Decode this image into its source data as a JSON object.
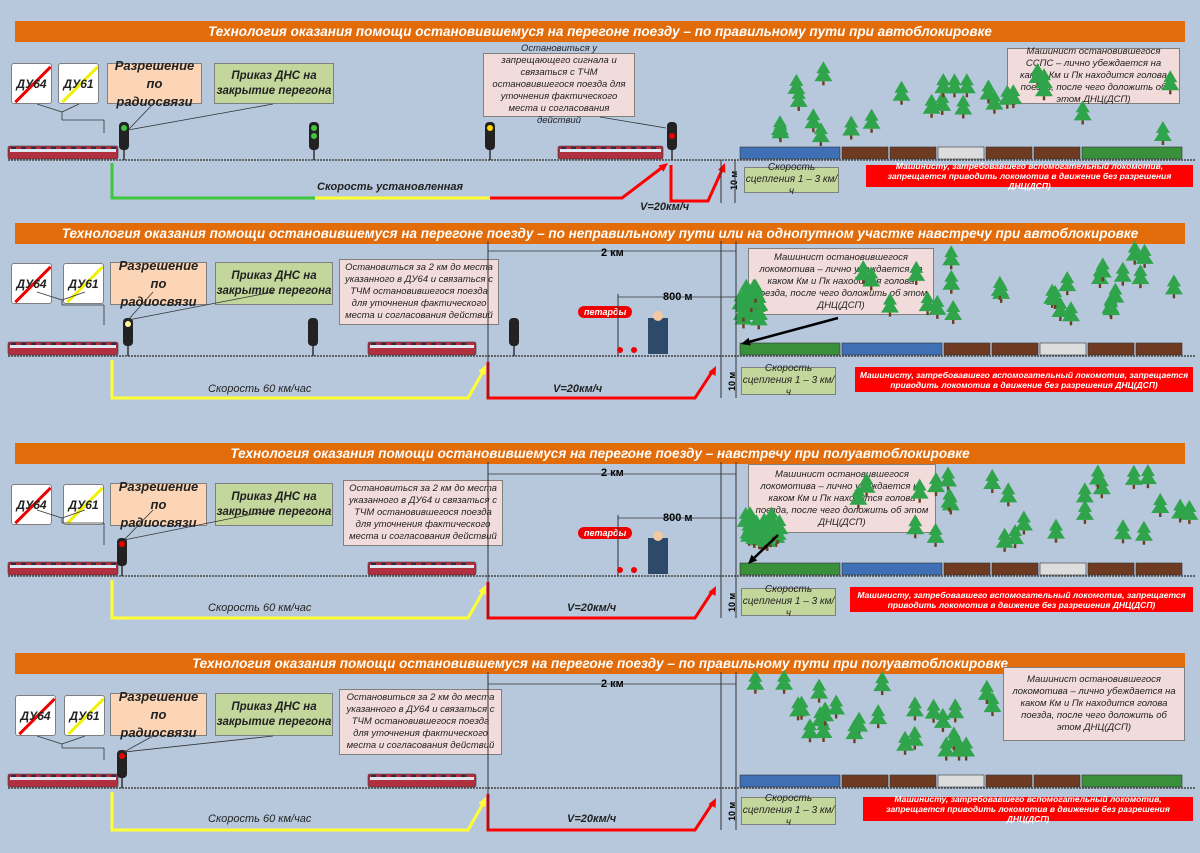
{
  "common": {
    "du64": "ДУ64",
    "du61": "ДУ61",
    "permit": "Разрешение по радиосвязи",
    "order": "Приказ ДНС на закрытие перегона",
    "coupling": "Скорость сцепления 1 – 3 км/ч",
    "red_note": "Машинисту, затребовавшего вспомогательный локомотив, запрещается приводить локомотив в движение без разрешения ДНЦ(ДСП)",
    "ten_m": "10 м",
    "v20": "V=20км/ч",
    "petardy": "петарды",
    "two_km": "2 км",
    "eight_hundred": "800 м"
  },
  "panels": [
    {
      "title": "Технология оказания помощи остановившемуся на перегоне поезду – по правильному пути при автоблокировке",
      "stop_note": "Остановиться у запрещающего сигнала и связаться с ТЧМ остановившегося поезда для уточнения фактического места и согласования действий",
      "speed_label": "Скорость установленная",
      "driver_note": "Машинист остановившегося ССПС – лично убеждается на каком Км и Пк находится голова поезда, после чего доложить об этом ДНЦ(ДСП)"
    },
    {
      "title": "Технология оказания помощи остановившемуся на перегоне поезду – по неправильному пути или на однопутном участке навстречу при автоблокировке",
      "stop_note": "Остановиться за 2 км до места указанного в ДУ64 и связаться с ТЧМ остановившегося поезда для уточнения фактического места и согласования действий",
      "speed_label": "Скорость 60 км/час",
      "driver_note": "Машинист остановившегося локомотива – лично убеждается на каком Км и Пк находится голова поезда, после чего доложить об этом ДНЦ(ДСП)"
    },
    {
      "title": "Технология оказания помощи остановившемуся на перегоне поезду –   навстречу при полуавтоблокировке",
      "stop_note": "Остановиться за 2 км до места указанного в ДУ64 и связаться с ТЧМ остановившегося поезда для уточнения фактического места и согласования действий",
      "speed_label": "Скорость 60 км/час",
      "driver_note": "Машинист остановившегося локомотива – лично убеждается на каком Км и Пк находится голова поезда, после чего доложить об этом ДНЦ(ДСП)"
    },
    {
      "title": "Технология оказания помощи остановившемуся на перегоне поезду – по правильному пути  при полуавтоблокировке",
      "stop_note": "Остановиться за 2 км до места указанного в ДУ64 и связаться с ТЧМ остановившегося поезда для уточнения фактического места и согласования действий",
      "speed_label": "Скорость 60 км/час",
      "driver_note": "Машинист остановившегося локомотива – лично убеждается на каком Км и Пк находится голова поезда, после чего доложить об этом ДНЦ(ДСП)"
    }
  ],
  "colors": {
    "title_bg": "#e36c0a",
    "permit_bg": "#fbd5b5",
    "order_bg": "#c3d69b",
    "note_bg": "#f2dcdb",
    "alert_bg": "#ff0000",
    "speed_green": "#3ec63e",
    "speed_yellow": "#ffff33",
    "speed_red": "#ff0000"
  }
}
